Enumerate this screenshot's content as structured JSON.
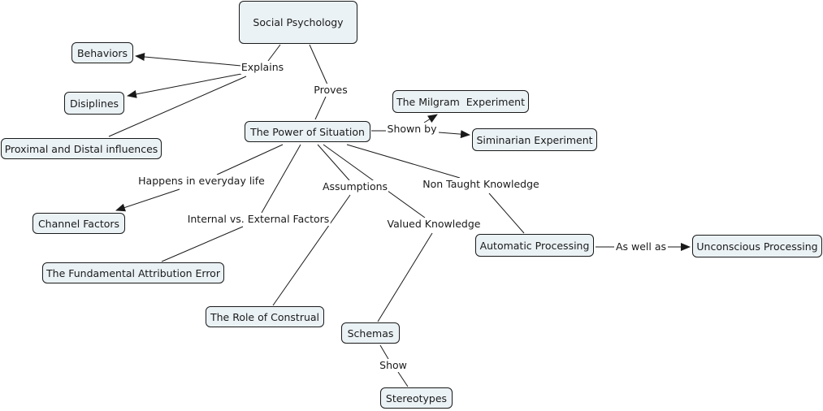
{
  "concept_map": {
    "nodes": {
      "social_psychology": "Social Psychology",
      "behaviors": "Behaviors",
      "disiplines": "Disiplines",
      "proximal_distal": "Proximal and Distal influences",
      "power_of_situation": "The Power of Situation",
      "milgram": "The Milgram  Experiment",
      "siminarian": "Siminarian Experiment",
      "channel_factors": "Channel Factors",
      "fundamental_attribution": "The Fundamental Attribution Error",
      "role_of_construal": "The Role of Construal",
      "schemas": "Schemas",
      "stereotypes": "Stereotypes",
      "automatic_processing": "Automatic Processing",
      "unconscious_processing": "Unconscious Processing"
    },
    "link_labels": {
      "explains": "Explains",
      "proves": "Proves",
      "shown_by": "Shown by",
      "happens": "Happens in everyday life",
      "internal_external": "Internal vs. External Factors",
      "assumptions": "Assumptions",
      "valued_knowledge": "Valued Knowledge",
      "non_taught": "Non Taught Knowledge",
      "as_well_as": "As well as",
      "show": "Show"
    },
    "colors": {
      "node_fill": "#ebf2f5",
      "stroke": "#1a1a1a"
    }
  }
}
